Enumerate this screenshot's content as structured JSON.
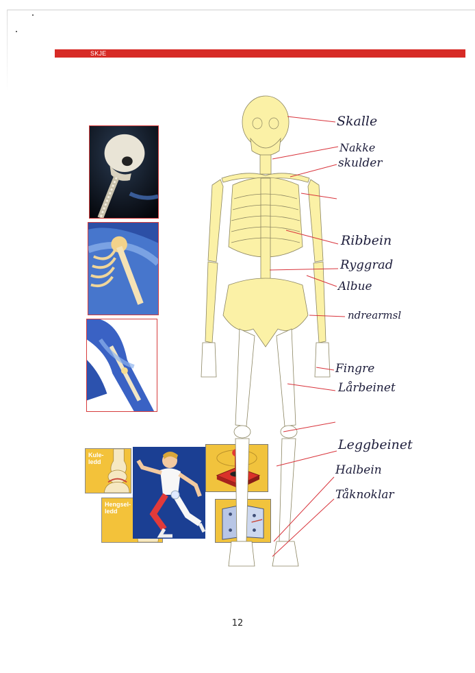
{
  "header": {
    "section_label": "SKJE",
    "accent_color": "#d72b26"
  },
  "photos": [
    {
      "subject": "skull-and-spine-render",
      "border_color": "#d63a3a"
    },
    {
      "subject": "shoulder-joint-render",
      "border_color": "#d63a3a"
    },
    {
      "subject": "leg-bones-render",
      "border_color": "#d63a3a"
    }
  ],
  "joint_illustrations": {
    "ball_joint_label": "Kule-\nledd",
    "hinge_joint_label": "Hengsel-\nledd",
    "panel_color": "#f3c23a"
  },
  "skeleton_labels": {
    "skalle": "Skalle",
    "nakke": "Nakke",
    "skulder": "skulder",
    "ribbein": "Ribbein",
    "ryggrad": "Ryggrad",
    "albue": "Albue",
    "underarm": "ndrearmsl",
    "fingre": "Fingre",
    "larbein": "Lårbeinet",
    "legg": "Leggbeinet",
    "hal": "Halbein",
    "tar": "Tåknoklar"
  },
  "footer": {
    "page_number": "12"
  }
}
